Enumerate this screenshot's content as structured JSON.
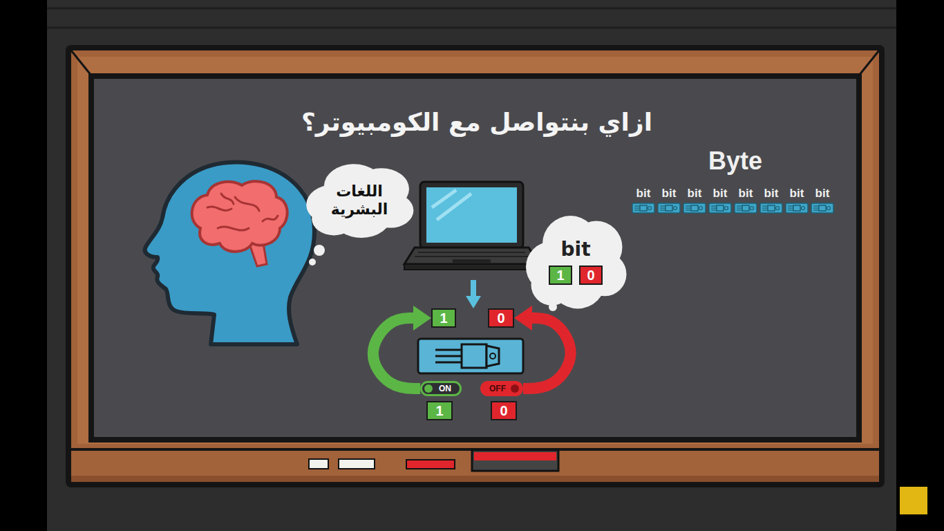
{
  "diagram": {
    "title": "ازاي بنتواصل مع الكومبيوتر؟",
    "nodes": [
      {
        "text": [
          "اللغات البشرية"
        ]
      },
      {
        "text": [
          "bit"
        ]
      },
      {
        "text": [
          "1"
        ],
        "in": 1
      },
      {
        "text": [
          "0"
        ],
        "in": 1
      },
      {
        "text": [
          "1"
        ]
      },
      {
        "text": [
          "0"
        ]
      },
      {
        "text": [
          "ON"
        ]
      },
      {
        "text": [
          "OFF"
        ]
      },
      {
        "text": [
          "1"
        ]
      },
      {
        "text": [
          "0"
        ]
      }
    ],
    "edges": [
      {
        "from": 6,
        "to": 4,
        "arrow": "to"
      },
      {
        "from": 7,
        "to": 5,
        "arrow": "to"
      }
    ],
    "labels": [
      "Byte",
      "bit",
      "bit",
      "bit",
      "bit",
      "bit",
      "bit",
      "bit",
      "bit"
    ]
  }
}
